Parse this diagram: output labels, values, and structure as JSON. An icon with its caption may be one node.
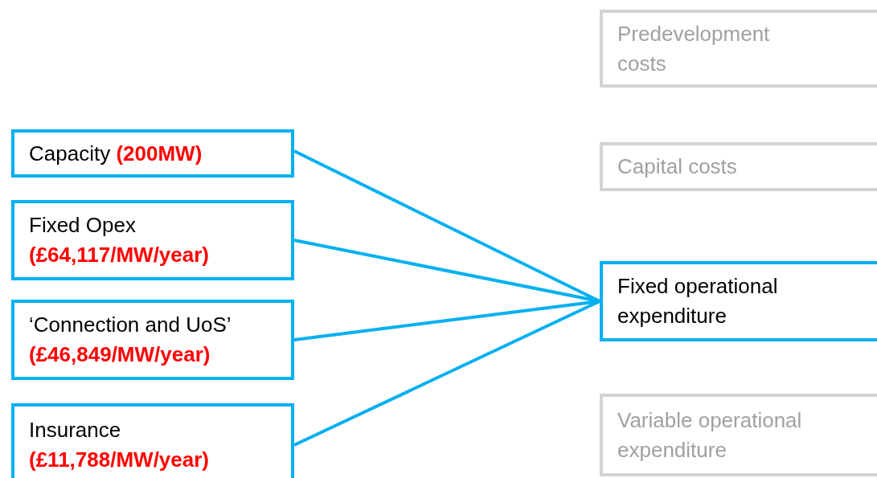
{
  "diagram": {
    "nodes": [
      {
        "text": [
          "Predevelopment costs"
        ]
      },
      {
        "text": [
          "Capital costs"
        ]
      },
      {
        "text": [
          "Capacity **(200MW)**"
        ]
      },
      {
        "text": [
          "Fixed Opex",
          "(£64,117/MW/year)"
        ]
      },
      {
        "text": [
          "‘Connection and UoS’",
          "(£46,849/MW/year)"
        ]
      },
      {
        "text": [
          "Insurance",
          "(£11,788/MW/year)"
        ]
      },
      {
        "text": [
          "Fixed operational expenditure"
        ]
      },
      {
        "text": [
          "Variable operational expenditure"
        ]
      }
    ],
    "edges": [
      {
        "from": 2,
        "to": 6,
        "arrow": "none"
      },
      {
        "from": 3,
        "to": 6,
        "arrow": "none"
      },
      {
        "from": 4,
        "to": 6,
        "arrow": "none"
      },
      {
        "from": 5,
        "to": 6,
        "arrow": "none"
      }
    ]
  }
}
